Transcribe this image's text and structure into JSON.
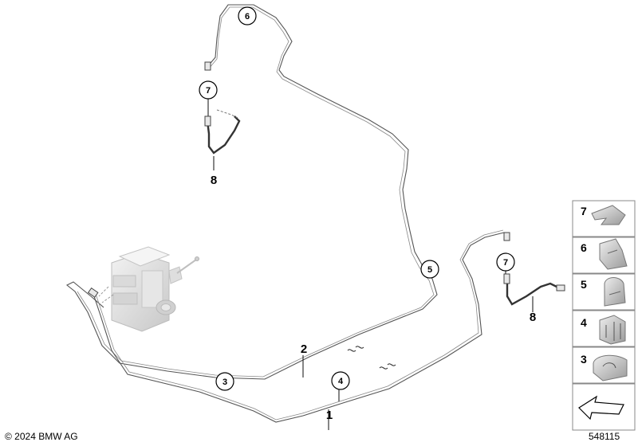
{
  "callouts": {
    "c6_top": "6",
    "c7_left": "7",
    "c8_left": "8",
    "c2": "2",
    "c1": "1",
    "c3": "3",
    "c4": "4",
    "c5": "5",
    "c7_right": "7",
    "c8_right": "8"
  },
  "legend": {
    "items": [
      {
        "number": "7"
      },
      {
        "number": "6"
      },
      {
        "number": "5"
      },
      {
        "number": "4"
      },
      {
        "number": "3"
      }
    ]
  },
  "footer": {
    "copyright": "© 2024 BMW AG",
    "document_number": "548115"
  }
}
